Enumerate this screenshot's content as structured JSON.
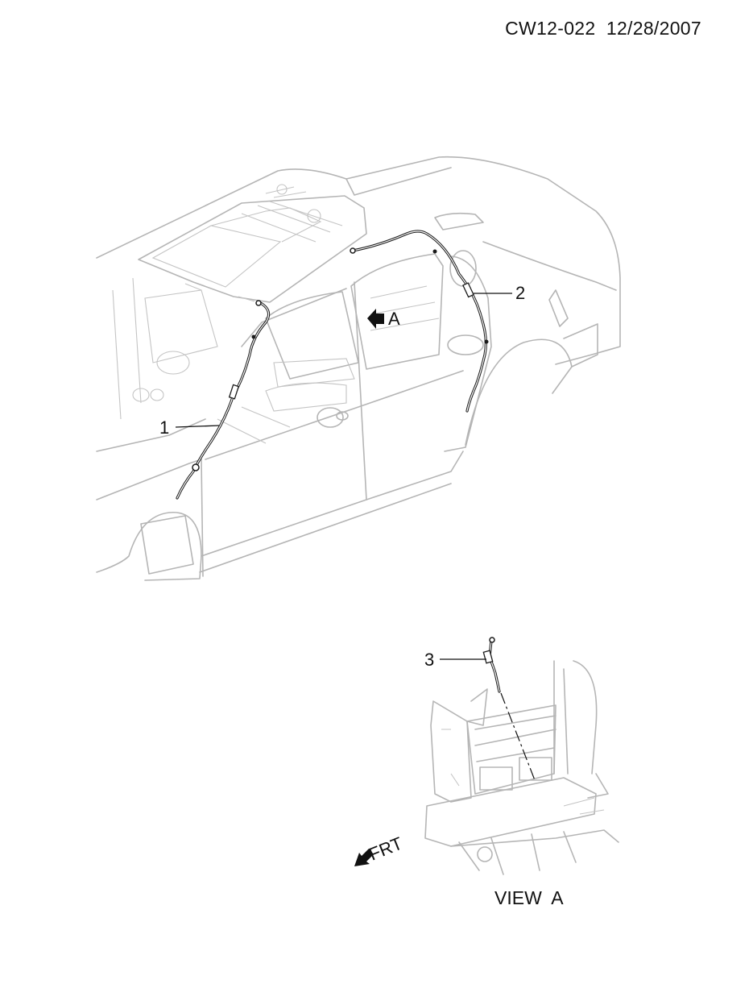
{
  "header": {
    "code": "CW12-022",
    "date": "12/28/2007"
  },
  "callouts": {
    "c1": "1",
    "c2": "2",
    "c3": "3"
  },
  "view_marker": {
    "letter": "A"
  },
  "direction": {
    "label": "FRT"
  },
  "inset": {
    "caption": "VIEW  A"
  },
  "colors": {
    "outline": "#b5b5b5",
    "hose": "#1a1a1a",
    "text": "#111111"
  }
}
